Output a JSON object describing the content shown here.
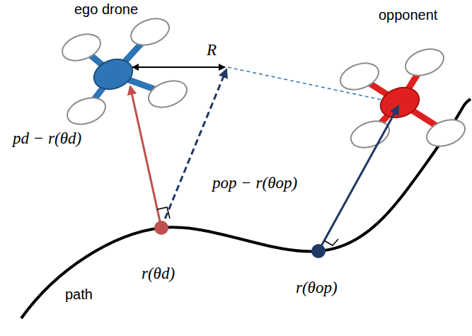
{
  "diagram": {
    "labels": [
      "ego drone",
      "opponent",
      "R",
      "pd − r(θd)",
      "pop − r(θop)",
      "r(θd)",
      "r(θop)",
      "path"
    ]
  }
}
